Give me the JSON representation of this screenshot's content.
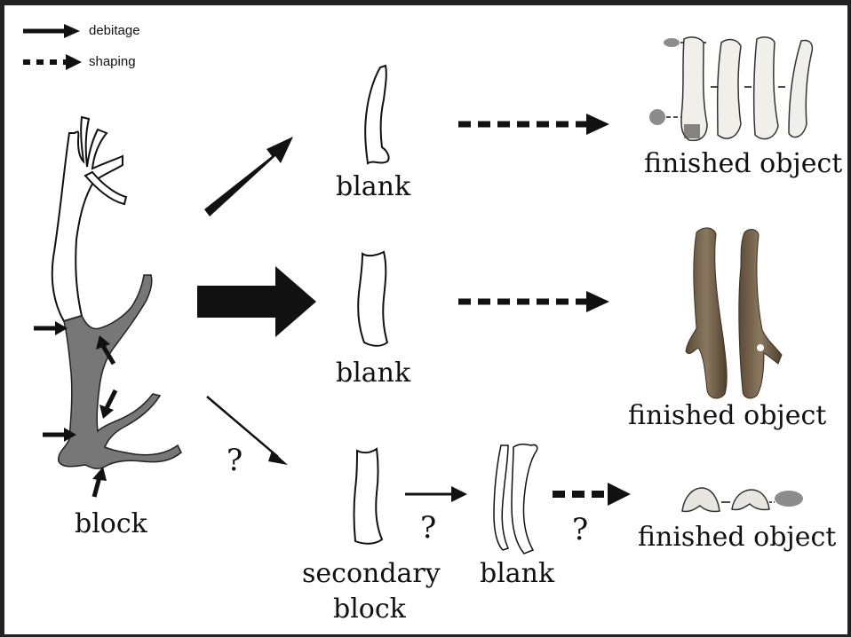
{
  "legend": {
    "debitage": "debitage",
    "shaping": "shaping"
  },
  "labels": {
    "block": "block",
    "blank_top": "blank",
    "blank_middle": "blank",
    "blank_bottom": "blank",
    "secondary_block_line1": "secondary",
    "secondary_block_line2": "block",
    "finished_top": "finished object",
    "finished_middle": "finished object",
    "finished_bottom": "finished object"
  },
  "question_marks": [
    "?",
    "?",
    "?"
  ],
  "colors": {
    "antler_shaded": "#7a7a7a",
    "object_grey": "#8c8c8c",
    "photo_brown": "#7d6a52",
    "ink": "#111111"
  }
}
